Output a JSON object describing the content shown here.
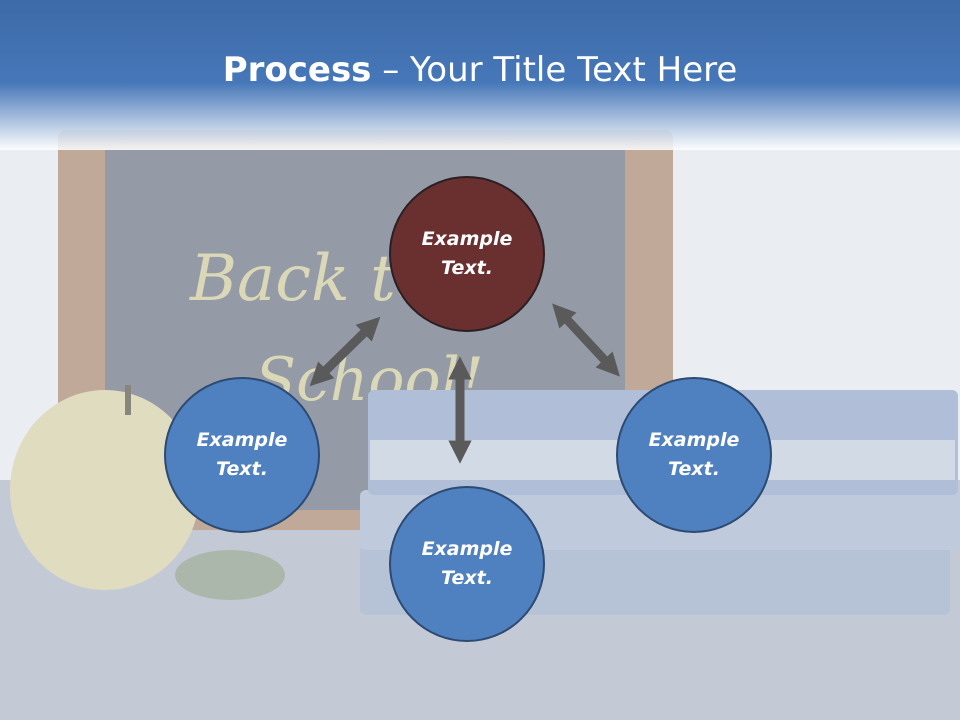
{
  "slide": {
    "title_bold": "Process",
    "title_rest": " – Your Title Text Here"
  },
  "chalkboard": {
    "line1": "Back to",
    "line2": "School!"
  },
  "nodes": {
    "top": "Example Text.",
    "left": "Example Text.",
    "bottom": "Example Text.",
    "right": "Example Text."
  },
  "colors": {
    "header": "#4677b8",
    "node_blue": "#4f80bf",
    "node_red": "#6a302f",
    "arrow": "#5a5a5a"
  },
  "icons": [
    "double-arrow",
    "apple",
    "chalkboard",
    "books"
  ]
}
